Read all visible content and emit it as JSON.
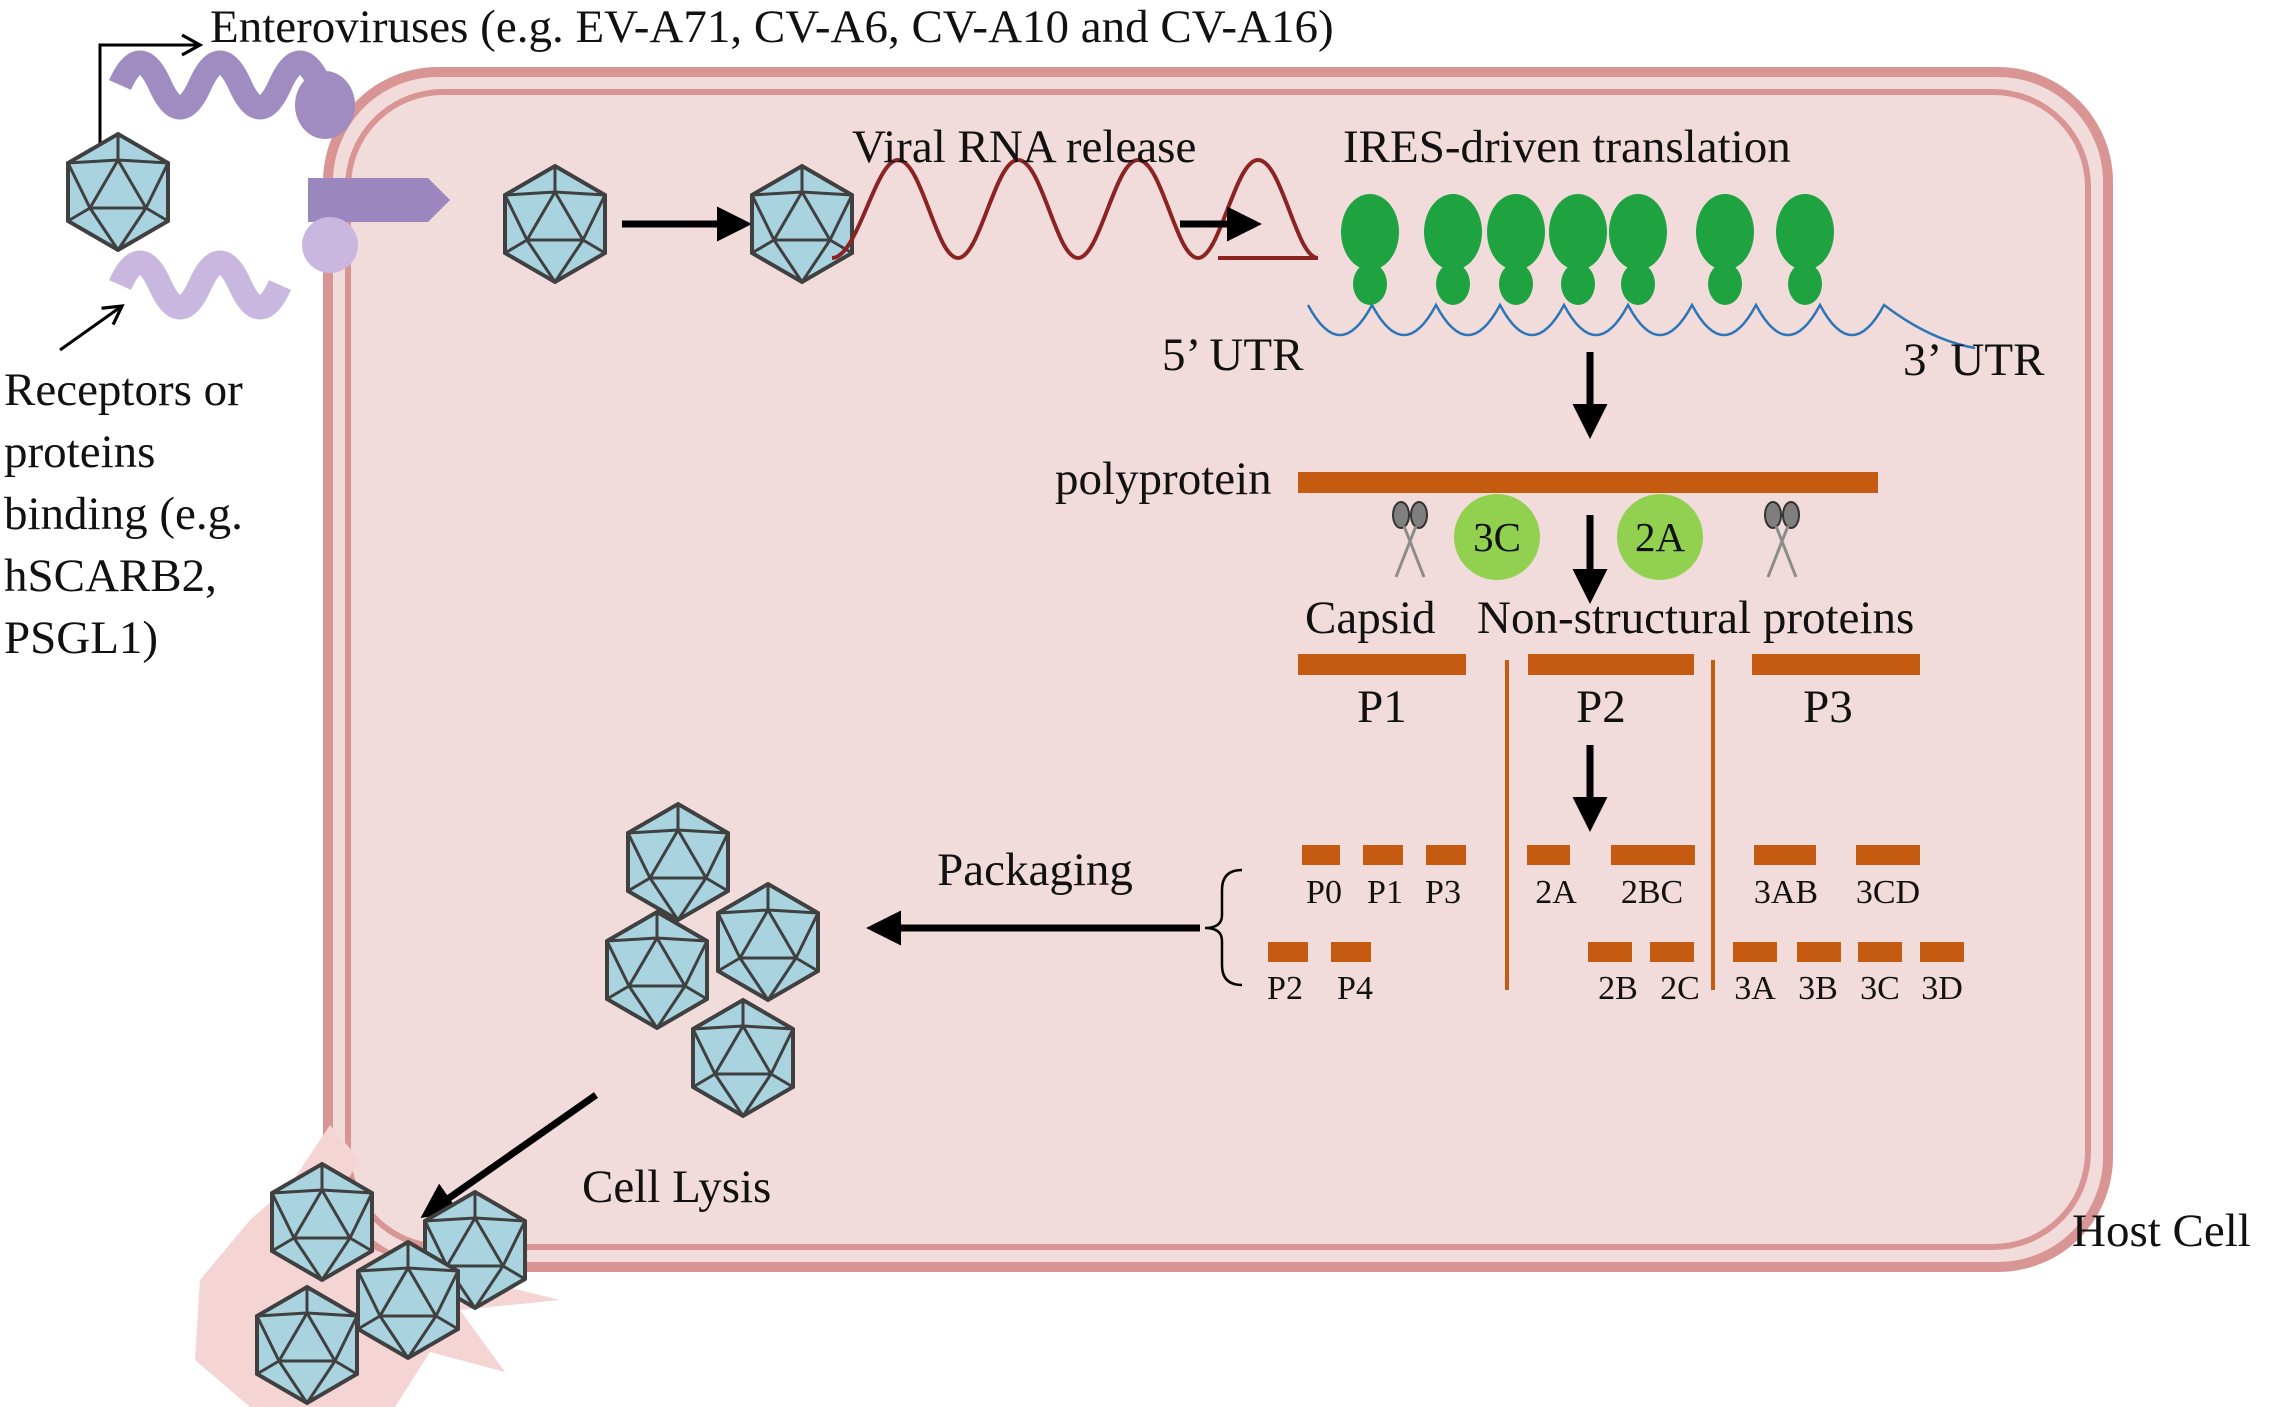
{
  "labels": {
    "enteroviruses": "Enteroviruses (e.g. EV-A71, CV-A6, CV-A10 and CV-A16)",
    "receptors": [
      "Receptors or",
      "proteins",
      "binding (e.g.",
      "hSCARB2,",
      "PSGL1)"
    ],
    "viral_rna_release": "Viral RNA release",
    "ires_translation": "IRES-driven translation",
    "utr5": "5’ UTR",
    "utr3": "3’ UTR",
    "polyprotein": "polyprotein",
    "protease_3c": "3C",
    "protease_2a": "2A",
    "capsid": "Capsid",
    "non_structural": "Non-structural proteins",
    "p1": "P1",
    "p2": "P2",
    "p3": "P3",
    "packaging": "Packaging",
    "cell_lysis": "Cell Lysis",
    "host_cell": "Host Cell"
  },
  "fragments": {
    "capsid_top": [
      "P0",
      "P1",
      "P3"
    ],
    "capsid_bottom": [
      "P2",
      "P4"
    ],
    "p2_top": [
      "2A",
      "2BC"
    ],
    "p2_bottom": [
      "2B",
      "2C"
    ],
    "p3_top": [
      "3AB",
      "3CD"
    ],
    "p3_bottom": [
      "3A",
      "3B",
      "3C",
      "3D"
    ]
  },
  "colors": {
    "cell_fill": "#f2dcdb",
    "cell_border": "#d99594",
    "capsid_fill": "#a9d4df",
    "protein_bar": "#c55a11",
    "ribosome": "#1fa340",
    "protease": "#92d050",
    "rna": "#8b2323",
    "mrna": "#2e75b6",
    "receptor": "#a08cc0"
  }
}
